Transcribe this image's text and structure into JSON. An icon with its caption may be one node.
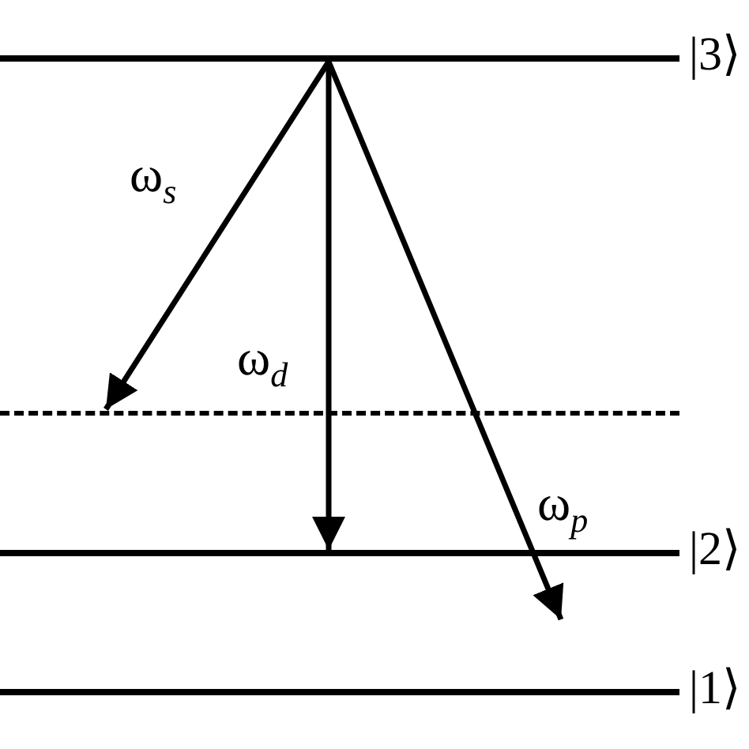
{
  "diagram": {
    "nodes": [
      {
        "text": [
          "|3⟩"
        ]
      },
      {
        "text": [],
        "shape": "bar"
      },
      {
        "text": [
          "|2⟩"
        ]
      },
      {
        "text": [
          "|1⟩"
        ]
      }
    ],
    "edges": [
      {
        "from": 0,
        "to": 1,
        "arrow": "to",
        "label": "ω$_{s}$"
      },
      {
        "from": 0,
        "to": 2,
        "arrow": "to",
        "label": "ω$_{d}$"
      },
      {
        "from": 0,
        "to": null,
        "arrow": "to",
        "label": "ω$_{p}$"
      }
    ]
  }
}
